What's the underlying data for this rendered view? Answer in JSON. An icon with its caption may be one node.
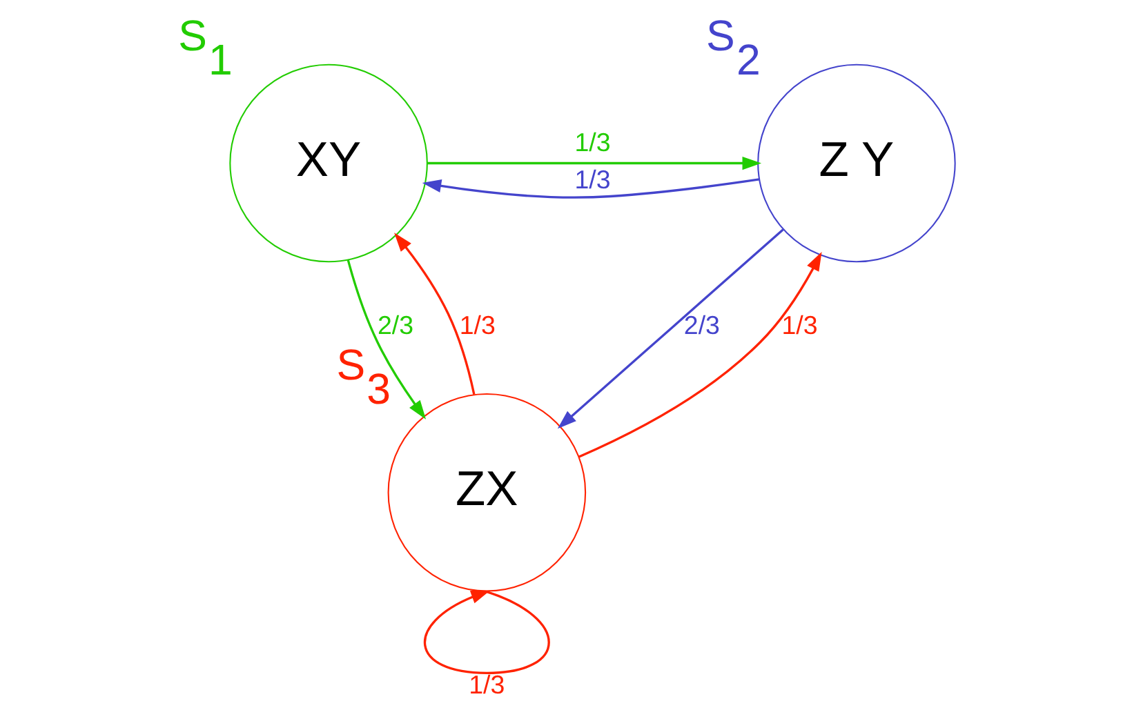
{
  "diagram": {
    "nodes": [
      {
        "text": [
          "XY"
        ],
        "beside": [
          "S$_{1}$"
        ]
      },
      {
        "text": [
          "Z Y"
        ],
        "beside": [
          "S$_{2}$"
        ]
      },
      {
        "text": [
          "ZX"
        ],
        "beside": [
          "S$_{3}$"
        ]
      }
    ],
    "edges": [
      {
        "from": 0,
        "to": 1,
        "arrow": "to",
        "label": "1/3",
        "color": "#22cc00"
      },
      {
        "from": 1,
        "to": 0,
        "arrow": "to",
        "label": "1/3",
        "color": "#4444cc"
      },
      {
        "from": 0,
        "to": 2,
        "arrow": "to",
        "label": "2/3",
        "color": "#22cc00"
      },
      {
        "from": 1,
        "to": 2,
        "arrow": "to",
        "label": "2/3",
        "color": "#4444cc"
      },
      {
        "from": 2,
        "to": 0,
        "arrow": "to",
        "label": "1/3",
        "color": "#ff2200"
      },
      {
        "from": 2,
        "to": 1,
        "arrow": "to",
        "label": "1/3",
        "color": "#ff2200"
      },
      {
        "from": 2,
        "to": 2,
        "arrow": "to",
        "label": "1/3",
        "color": "#ff2200"
      }
    ]
  }
}
